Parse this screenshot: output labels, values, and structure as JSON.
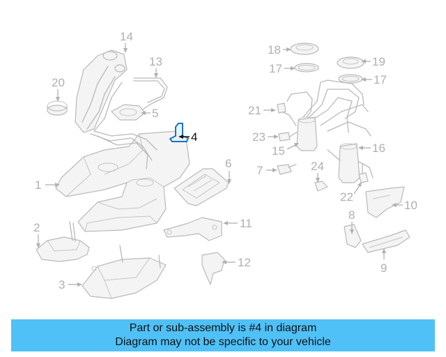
{
  "callouts": [
    "1",
    "2",
    "3",
    "4",
    "5",
    "6",
    "7",
    "8",
    "9",
    "10",
    "11",
    "12",
    "13",
    "14",
    "15",
    "16",
    "17",
    "17",
    "18",
    "19",
    "20",
    "21",
    "22",
    "23",
    "24"
  ],
  "highlight_color": "#1a73c0",
  "banner": {
    "background": "#4fc1f7",
    "line1": "Part or sub-assembly is #4 in diagram",
    "line2": "Diagram may not be specific to your vehicle"
  }
}
